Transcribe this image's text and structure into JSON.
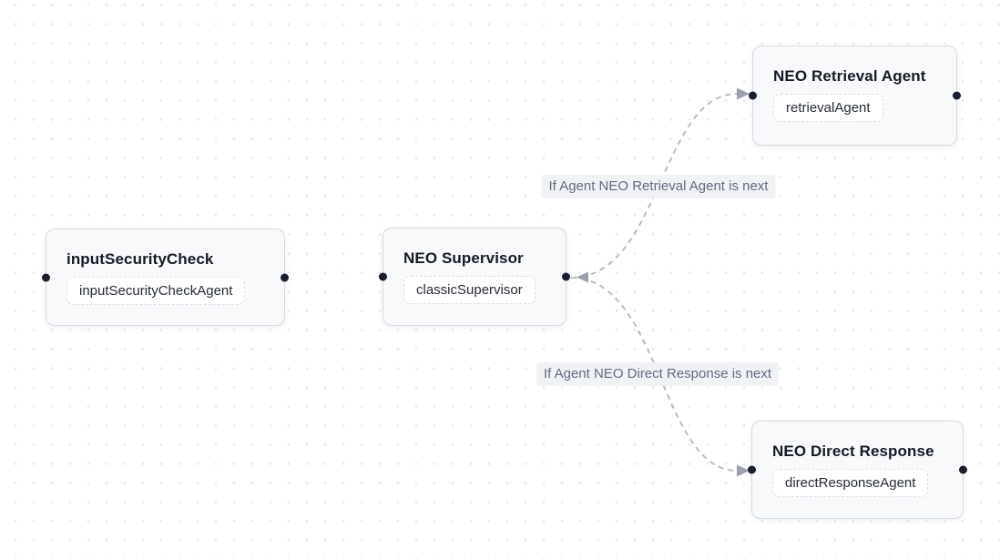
{
  "canvas": {
    "background": "#ffffff",
    "dot_color": "#e3e4e9"
  },
  "palette": {
    "node_bg": "#f8f9fb",
    "node_border": "#d6dae2",
    "node_title_color": "#171a26",
    "chip_bg": "#ffffff",
    "chip_border": "#d9dde4",
    "chip_text_color": "#272c38",
    "edge_color": "#b8bcc4",
    "arrow_color": "#9ba1ac",
    "handle_color": "#1b1e2e",
    "edge_label_bg": "#f0f2f6",
    "edge_label_color": "#5e6b80"
  },
  "nodes": [
    {
      "title": "inputSecurityCheck",
      "chip": "inputSecurityCheckAgent"
    },
    {
      "title": "NEO Supervisor",
      "chip": "classicSupervisor"
    },
    {
      "title": "NEO Retrieval Agent",
      "chip": "retrievalAgent"
    },
    {
      "title": "NEO Direct Response",
      "chip": "directResponseAgent"
    }
  ],
  "edges": [
    {
      "from": "NEO Supervisor",
      "to": "NEO Retrieval Agent",
      "label": "If Agent NEO Retrieval Agent is next"
    },
    {
      "from": "NEO Supervisor",
      "to": "NEO Direct Response",
      "label": "If Agent NEO Direct Response is next"
    }
  ]
}
